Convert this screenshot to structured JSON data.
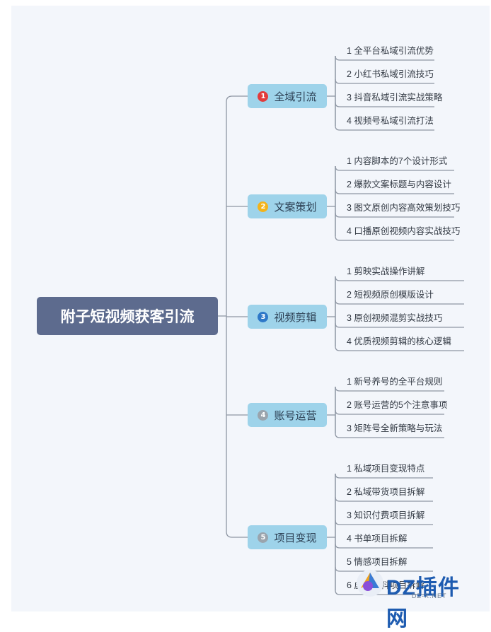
{
  "root": {
    "label": "附子短视频获客引流"
  },
  "badge_colors": [
    "#e23b3b",
    "#f3b31a",
    "#2e78c8",
    "#9aa4ad",
    "#9aa4ad"
  ],
  "line_color": "#8e96a3",
  "branches": [
    {
      "number": "1",
      "label": "全域引流",
      "items": [
        "1 全平台私域引流优势",
        "2 小红书私域引流技巧",
        "3 抖音私域引流实战策略",
        "4 视频号私域引流打法"
      ]
    },
    {
      "number": "2",
      "label": "文案策划",
      "items": [
        "1 内容脚本的7个设计形式",
        "2 爆款文案标题与内容设计",
        "3 图文原创内容高效策划技巧",
        "4 口播原创视频内容实战技巧"
      ]
    },
    {
      "number": "3",
      "label": "视频剪辑",
      "items": [
        "1 剪映实战操作讲解",
        "2  短视频原创模版设计",
        "3 原创视频混剪实战技巧",
        "4 优质视频剪辑的核心逻辑"
      ]
    },
    {
      "number": "4",
      "label": "账号运营",
      "items": [
        "1 新号养号的全平台规则",
        "2 账号运营的5个注意事项",
        "3 矩阵号全新策略与玩法"
      ]
    },
    {
      "number": "5",
      "label": "项目变现",
      "items": [
        "1 私域项目变现特点",
        "2 私域带货项目拆解",
        "3 知识付费项目拆解",
        "4 书单项目拆解",
        "5 情感项目拆解",
        "6 虚拟资料项目拆解"
      ]
    }
  ],
  "watermark": {
    "text": "DZ插件网",
    "sub": "DZ-X.NET"
  }
}
